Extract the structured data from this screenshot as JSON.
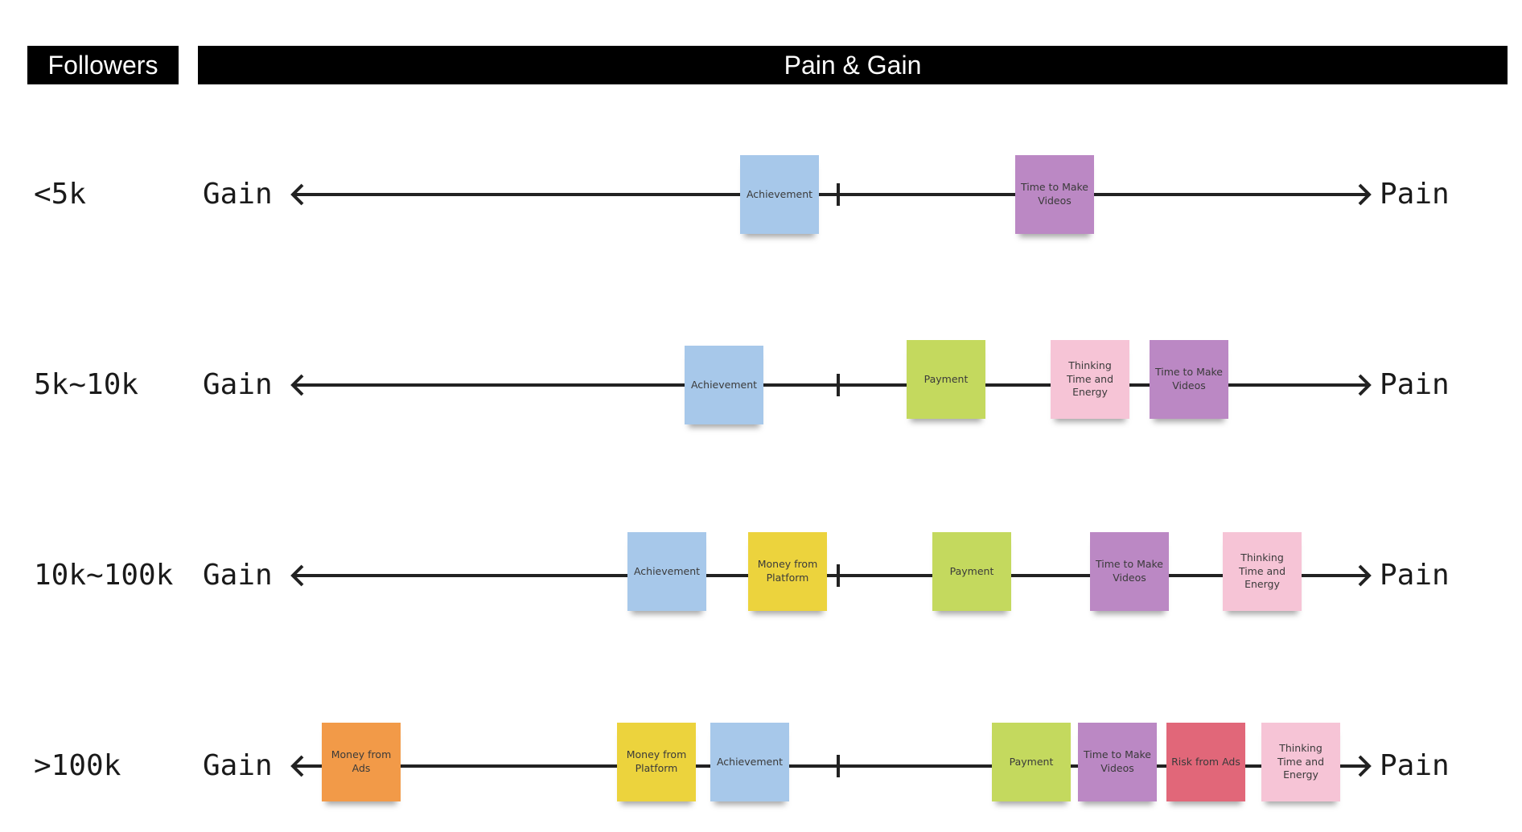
{
  "headers": {
    "followers": "Followers",
    "pain_gain": "Pain & Gain"
  },
  "colors": {
    "blue": "#a7c8ea",
    "purple": "#bb88c4",
    "green": "#c4d95e",
    "pink": "#f6c4d6",
    "yellow": "#ecd33d",
    "orange": "#f29a48",
    "red": "#e16779"
  },
  "rows": [
    {
      "label": "<5k",
      "gain": "Gain",
      "pain": "Pain",
      "notes": [
        {
          "text": "Achievement",
          "color": "blue"
        },
        {
          "text": "Time to Make Videos",
          "color": "purple"
        }
      ]
    },
    {
      "label": "5k~10k",
      "gain": "Gain",
      "pain": "Pain",
      "notes": [
        {
          "text": "Achievement",
          "color": "blue"
        },
        {
          "text": "Payment",
          "color": "green"
        },
        {
          "text": "Thinking Time and Energy",
          "color": "pink"
        },
        {
          "text": "Time to Make Videos",
          "color": "purple"
        }
      ]
    },
    {
      "label": "10k~100k",
      "gain": "Gain",
      "pain": "Pain",
      "notes": [
        {
          "text": "Achievement",
          "color": "blue"
        },
        {
          "text": "Money from Platform",
          "color": "yellow"
        },
        {
          "text": "Payment",
          "color": "green"
        },
        {
          "text": "Time to Make Videos",
          "color": "purple"
        },
        {
          "text": "Thinking Time and Energy",
          "color": "pink"
        }
      ]
    },
    {
      "label": ">100k",
      "gain": "Gain",
      "pain": "Pain",
      "notes": [
        {
          "text": "Money from Ads",
          "color": "orange"
        },
        {
          "text": "Money from Platform",
          "color": "yellow"
        },
        {
          "text": "Achievement",
          "color": "blue"
        },
        {
          "text": "Payment",
          "color": "green"
        },
        {
          "text": "Time to Make Videos",
          "color": "purple"
        },
        {
          "text": "Risk from Ads",
          "color": "red"
        },
        {
          "text": "Thinking Time and Energy",
          "color": "pink"
        }
      ]
    }
  ]
}
